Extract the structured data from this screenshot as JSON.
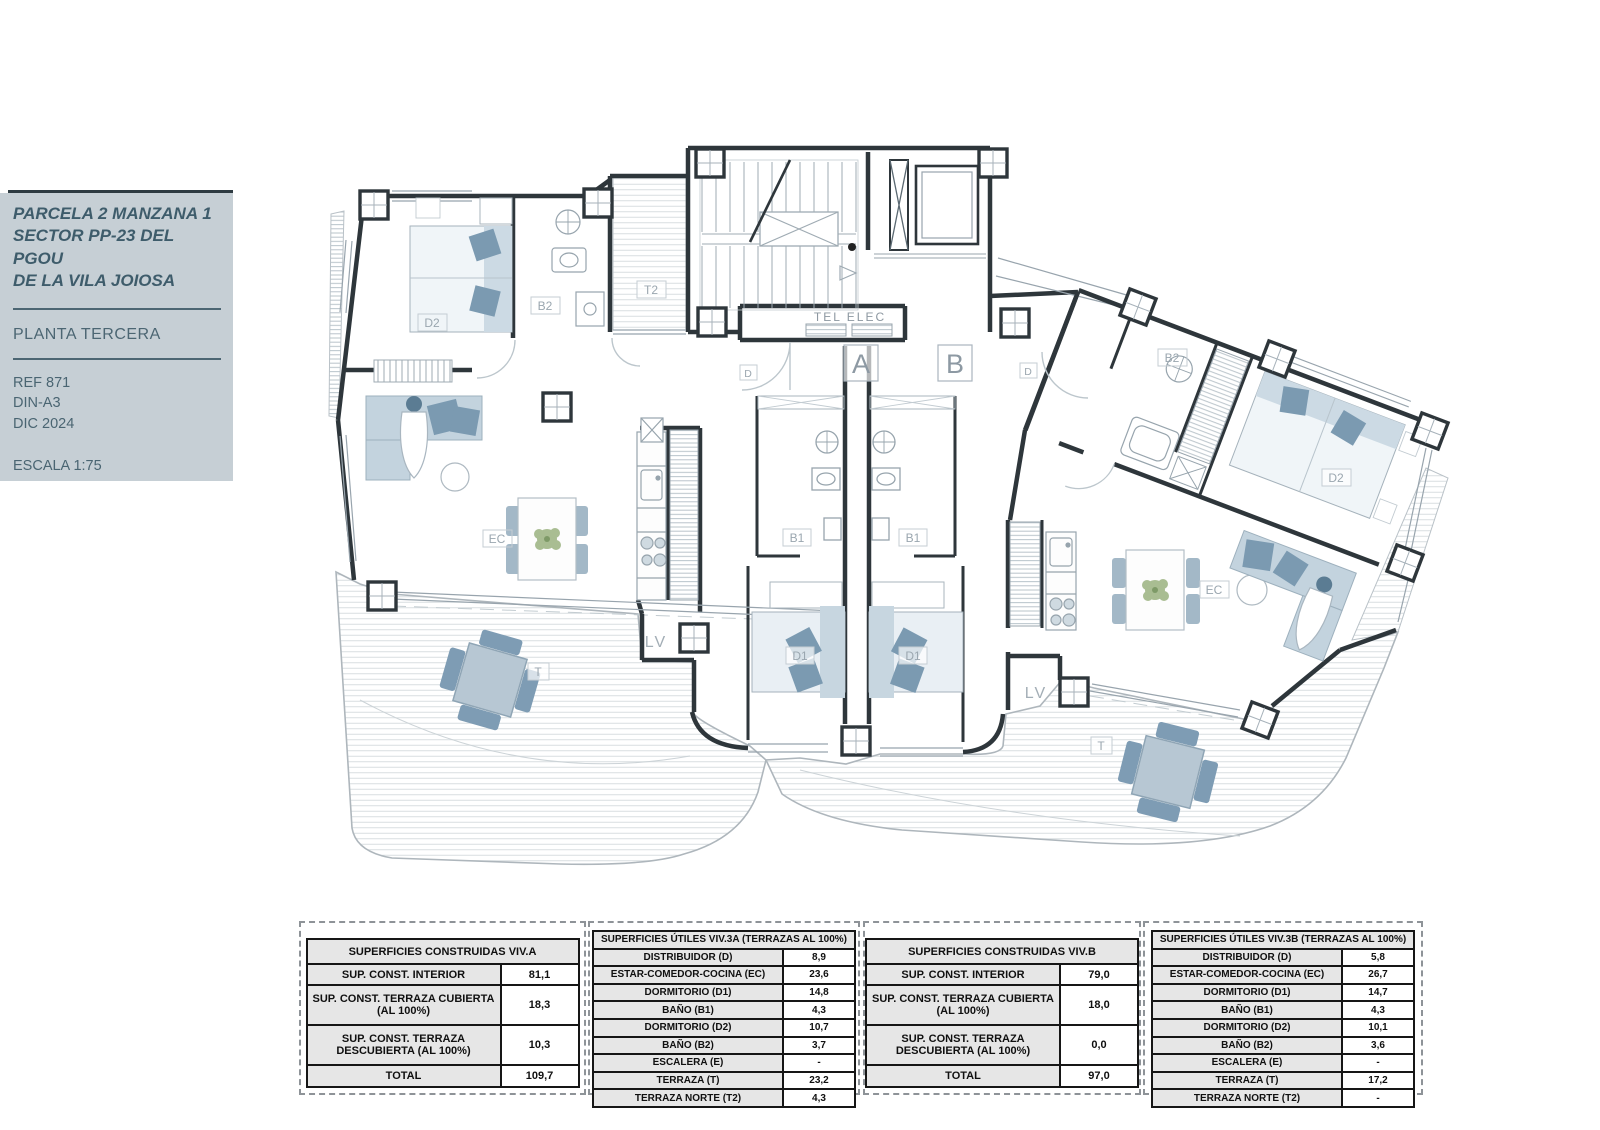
{
  "title_block": {
    "project_line1": "PARCELA 2 MANZANA 1",
    "project_line2": "SECTOR PP-23 DEL PGOU",
    "project_line3": "DE LA VILA JOIOSA",
    "floor": "PLANTA TERCERA",
    "meta": "REF  871\nDIN-A3\nDIC 2024",
    "scale": "ESCALA 1:75"
  },
  "plan": {
    "labels": {
      "unit_a": "A",
      "unit_b": "B",
      "distributor": "D",
      "bedroom1": "D1",
      "bedroom2": "D2",
      "bath1": "B1",
      "bath2": "B2",
      "living": "EC",
      "laundry": "LV",
      "terrace": "T",
      "terrace_north": "T2",
      "tel_elec": "TEL  ELEC"
    }
  },
  "tables": [
    {
      "title": "SUPERFICIES CONSTRUIDAS VIV.A",
      "rows": [
        {
          "label": "SUP. CONST. INTERIOR",
          "value": "81,1"
        },
        {
          "label": "SUP. CONST. TERRAZA CUBIERTA (AL 100%)",
          "value": "18,3"
        },
        {
          "label": "SUP. CONST. TERRAZA DESCUBIERTA (AL 100%)",
          "value": "10,3"
        },
        {
          "label": "TOTAL",
          "value": "109,7"
        }
      ]
    },
    {
      "title": "SUPERFICIES ÚTILES VIV.3A (TERRAZAS AL 100%)",
      "rows": [
        {
          "label": "DISTRIBUIDOR (D)",
          "value": "8,9"
        },
        {
          "label": "ESTAR-COMEDOR-COCINA (EC)",
          "value": "23,6"
        },
        {
          "label": "DORMITORIO (D1)",
          "value": "14,8"
        },
        {
          "label": "BAÑO (B1)",
          "value": "4,3"
        },
        {
          "label": "DORMITORIO (D2)",
          "value": "10,7"
        },
        {
          "label": "BAÑO (B2)",
          "value": "3,7"
        },
        {
          "label": "ESCALERA (E)",
          "value": "-"
        },
        {
          "label": "TERRAZA (T)",
          "value": "23,2"
        },
        {
          "label": "TERRAZA NORTE (T2)",
          "value": "4,3"
        }
      ]
    },
    {
      "title": "SUPERFICIES CONSTRUIDAS VIV.B",
      "rows": [
        {
          "label": "SUP. CONST. INTERIOR",
          "value": "79,0"
        },
        {
          "label": "SUP. CONST. TERRAZA CUBIERTA (AL 100%)",
          "value": "18,0"
        },
        {
          "label": "SUP. CONST. TERRAZA DESCUBIERTA (AL 100%)",
          "value": "0,0"
        },
        {
          "label": "TOTAL",
          "value": "97,0"
        }
      ]
    },
    {
      "title": "SUPERFICIES ÚTILES VIV.3B (TERRAZAS AL 100%)",
      "rows": [
        {
          "label": "DISTRIBUIDOR (D)",
          "value": "5,8"
        },
        {
          "label": "ESTAR-COMEDOR-COCINA (EC)",
          "value": "26,7"
        },
        {
          "label": "DORMITORIO (D1)",
          "value": "14,7"
        },
        {
          "label": "BAÑO (B1)",
          "value": "4,3"
        },
        {
          "label": "DORMITORIO (D2)",
          "value": "10,1"
        },
        {
          "label": "BAÑO (B2)",
          "value": "3,6"
        },
        {
          "label": "ESCALERA (E)",
          "value": "-"
        },
        {
          "label": "TERRAZA (T)",
          "value": "17,2"
        },
        {
          "label": "TERRAZA NORTE (T2)",
          "value": "-"
        }
      ]
    }
  ],
  "colors": {
    "wall": "#2e363b",
    "thin_line": "#98a4ad",
    "label_text": "#9aa6af",
    "furniture_accent": "#7b9ab1",
    "furniture_light": "#c3d3de",
    "title_block_bg": "#c6cfd5",
    "title_block_text": "#3e5c6b",
    "table_header_bg": "#e6e6e6"
  }
}
